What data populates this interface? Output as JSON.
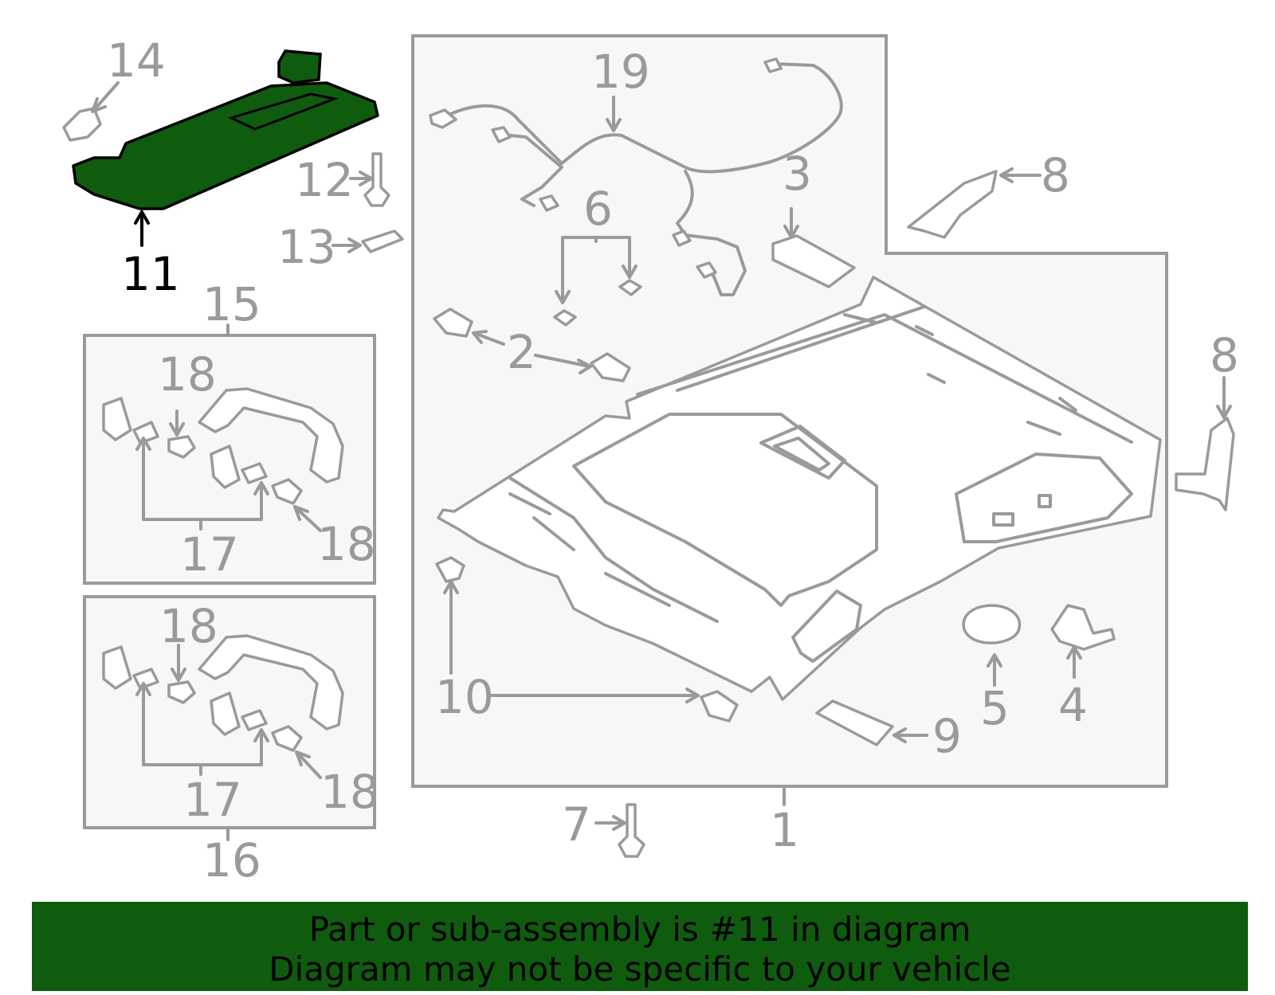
{
  "callouts": {
    "c1": "1",
    "c2": "2",
    "c3": "3",
    "c4": "4",
    "c5": "5",
    "c6": "6",
    "c7": "7",
    "c8a": "8",
    "c8b": "8",
    "c9": "9",
    "c10": "10",
    "c11": "11",
    "c12": "12",
    "c13": "13",
    "c14": "14",
    "c15": "15",
    "c16": "16",
    "c17a": "17",
    "c17b": "17",
    "c18a": "18",
    "c18b": "18",
    "c18c": "18",
    "c18d": "18",
    "c19": "19"
  },
  "highlight": {
    "part": "11",
    "color": "#0f5c0f"
  },
  "banner": {
    "line1": "Part or sub-assembly is #11 in diagram",
    "line2": "Diagram may not be specific to your vehicle"
  }
}
